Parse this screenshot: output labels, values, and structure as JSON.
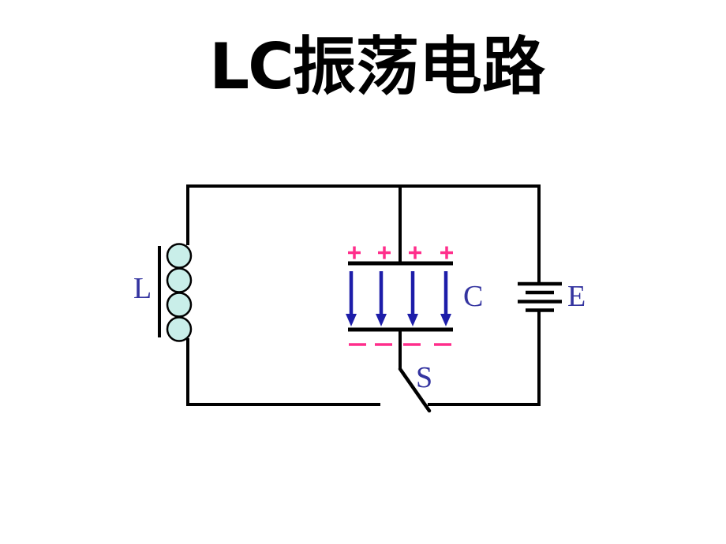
{
  "title": {
    "latin": "LC",
    "chinese": "振荡电路",
    "full_text": "LC振荡电路",
    "color": "#000000"
  },
  "diagram": {
    "background": "#ffffff",
    "wire_color": "#000000",
    "label_color": "#3434A0",
    "coil_fill": "#C9EEE9",
    "labels": {
      "inductor": "L",
      "capacitor": "C",
      "battery": "E",
      "switch": "S"
    },
    "inductor": {
      "turns": 4
    },
    "capacitor": {
      "charge_color": "#FF2E8B",
      "arrow_color": "#1D1DA9",
      "top_charges": "+ + + +",
      "bottom_charges": "− − − −",
      "plus_count": 4,
      "minus_count": 4,
      "field_arrow_count": 4,
      "field_arrow_direction": "down"
    },
    "battery": {
      "cells": 2
    },
    "switch": {
      "state": "open"
    }
  }
}
